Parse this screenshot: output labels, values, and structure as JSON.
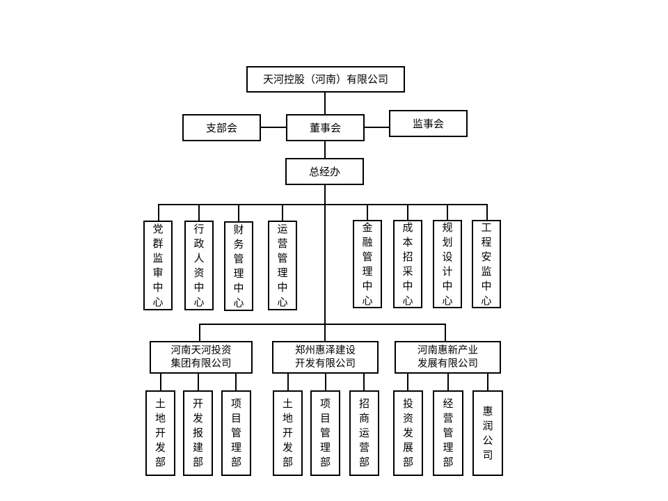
{
  "org": {
    "top": "天河控股（河南）有限公司",
    "board": "董事会",
    "party": "支部会",
    "supervisors": "监事会",
    "office": "总经办",
    "centers": [
      "党群监审中心",
      "行政人资中心",
      "财务管理中心",
      "运营管理中心",
      "金融管理中心",
      "成本招采中心",
      "规划设计中心",
      "工程安监中心"
    ],
    "companies": [
      {
        "line1": "河南天河投资",
        "line2": "集团有限公司"
      },
      {
        "line1": "郑州惠泽建设",
        "line2": "开发有限公司"
      },
      {
        "line1": "河南惠新产业",
        "line2": "发展有限公司"
      }
    ],
    "depts": [
      "土地开发部",
      "开发报建部",
      "项目管理部",
      "土地开发部",
      "项目管理部",
      "招商运营部",
      "投资发展部",
      "经营管理部",
      "惠润公司"
    ]
  }
}
